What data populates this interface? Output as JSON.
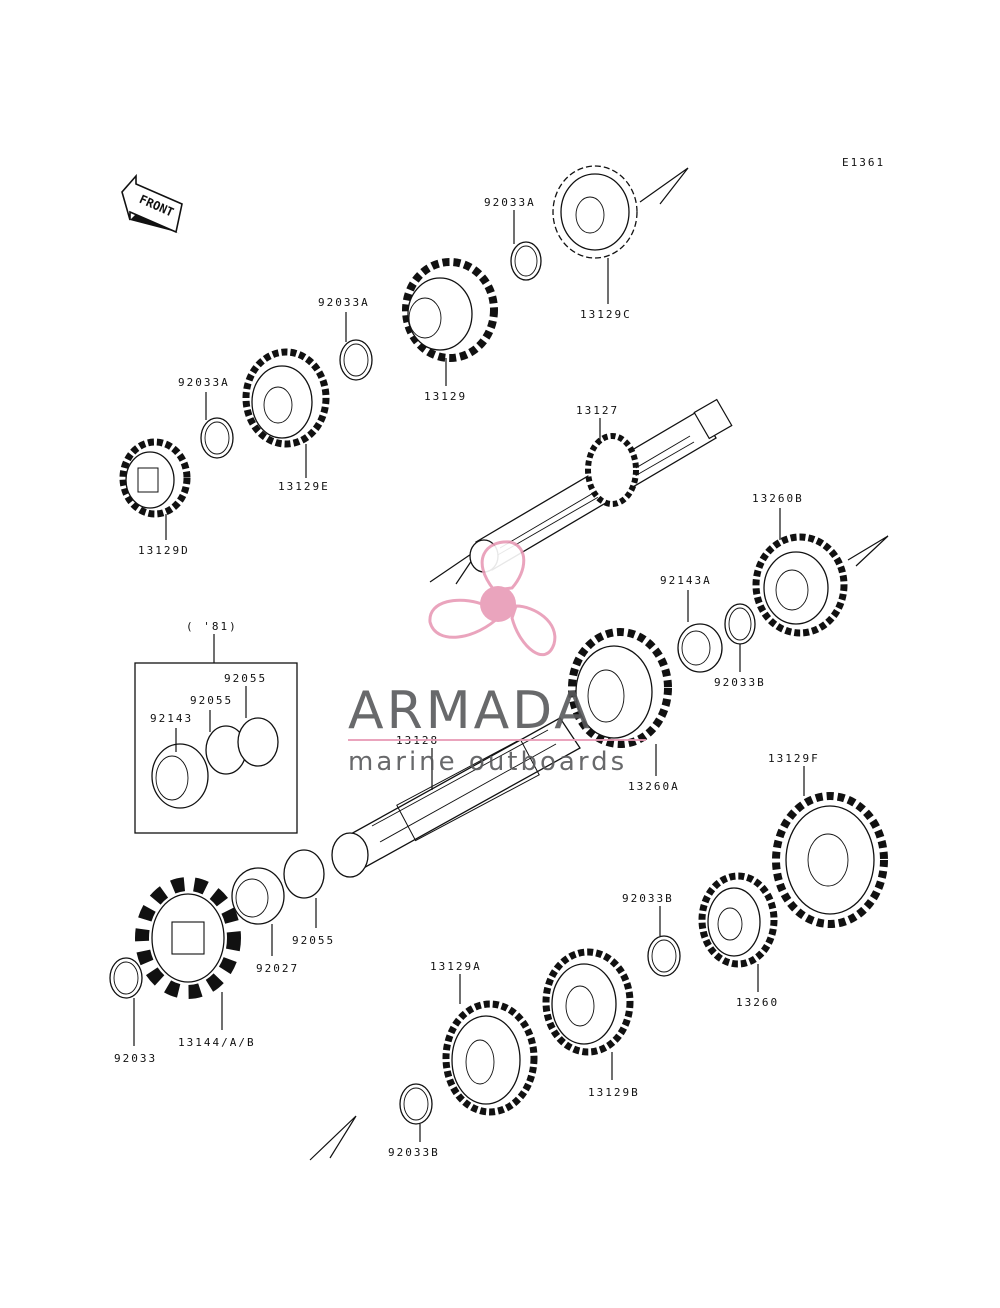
{
  "diagram": {
    "code": "E1361",
    "front_arrow": "FRONT",
    "inset_year": "( '81)",
    "parts": {
      "p92033A_top": "92033A",
      "p13129C": "13129C",
      "p92033A_mid": "92033A",
      "p13129": "13129",
      "p92033A_left": "92033A",
      "p13129E": "13129E",
      "p13129D": "13129D",
      "p13127": "13127",
      "p13260B": "13260B",
      "p92143A": "92143A",
      "p92033B_right": "92033B",
      "p13260A": "13260A",
      "p13128": "13128",
      "p92055_inset1": "92055",
      "p92055_inset2": "92055",
      "p92143": "92143",
      "p92055": "92055",
      "p92027": "92027",
      "p92033": "92033",
      "p13144": "13144/A/B",
      "p13129F": "13129F",
      "p92033B_mid": "92033B",
      "p13260": "13260",
      "p13129A": "13129A",
      "p13129B": "13129B",
      "p92033B_bottom": "92033B"
    }
  },
  "watermark": {
    "brand": "ARMADA",
    "tagline": "marine outboards",
    "colors": {
      "pink": "#e89bb6",
      "grey": "#58595b"
    }
  }
}
